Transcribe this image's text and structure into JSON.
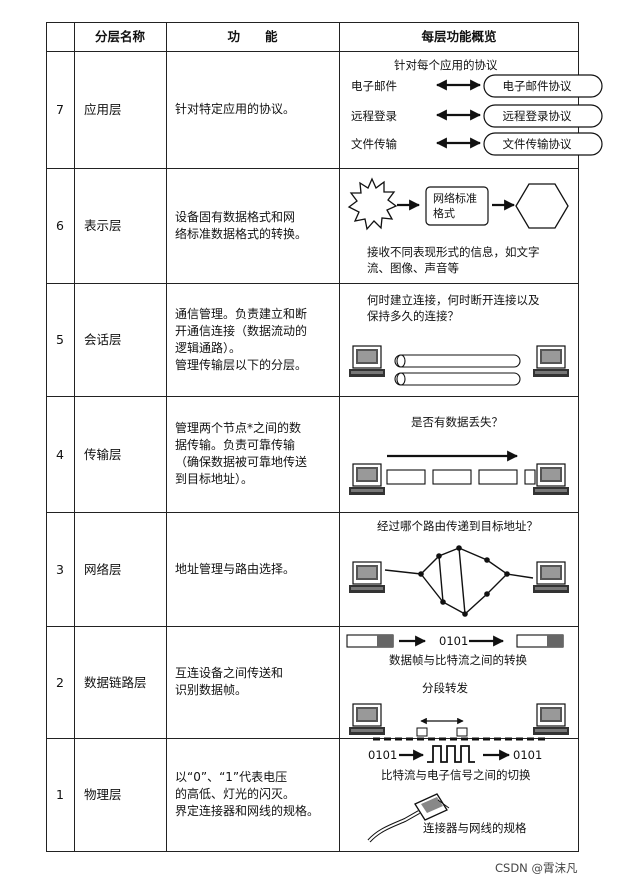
{
  "header": {
    "col_layer_name": "分层名称",
    "col_function": "功　　能",
    "col_overview": "每层功能概览"
  },
  "layers": [
    {
      "num": "7",
      "name": "应用层",
      "func": "针对特定应用的协议。"
    },
    {
      "num": "6",
      "name": "表示层",
      "func": "设备固有数据格式和网\n络标准数据格式的转换。"
    },
    {
      "num": "5",
      "name": "会话层",
      "func": "通信管理。负责建立和断\n开通信连接（数据流动的\n逻辑通路）。\n管理传输层以下的分层。"
    },
    {
      "num": "4",
      "name": "传输层",
      "func": "管理两个节点*之间的数\n据传输。负责可靠传输\n（确保数据被可靠地传送\n到目标地址）。"
    },
    {
      "num": "3",
      "name": "网络层",
      "func": "地址管理与路由选择。"
    },
    {
      "num": "2",
      "name": "数据链路层",
      "func": "互连设备之间传送和\n识别数据帧。"
    },
    {
      "num": "1",
      "name": "物理层",
      "func": "以“0”、“1”代表电压\n的高低、灯光的闪灭。\n界定连接器和网线的规格。"
    }
  ],
  "overview": {
    "app": {
      "title": "针对每个应用的协议",
      "rows": [
        {
          "left": "电子邮件",
          "right": "电子邮件协议"
        },
        {
          "left": "远程登录",
          "right": "远程登录协议"
        },
        {
          "left": "文件传输",
          "right": "文件传输协议"
        }
      ]
    },
    "presentation": {
      "box": "网络标准\n格式",
      "caption": "接收不同表现形式的信息，如文字\n流、图像、声音等"
    },
    "session": {
      "caption": "何时建立连接，何时断开连接以及\n保持多久的连接？"
    },
    "transport": {
      "caption": "是否有数据丢失？"
    },
    "network": {
      "caption": "经过哪个路由传递到目标地址？"
    },
    "datalink": {
      "bits": "0101",
      "caption": "数据帧与比特流之间的转换",
      "forward": "分段转发"
    },
    "physical": {
      "bits_left": "0101",
      "bits_right": "0101",
      "caption": "比特流与电子信号之间的切换",
      "connector_caption": "连接器与网线的规格"
    }
  },
  "watermark": "CSDN @霄沫凡"
}
